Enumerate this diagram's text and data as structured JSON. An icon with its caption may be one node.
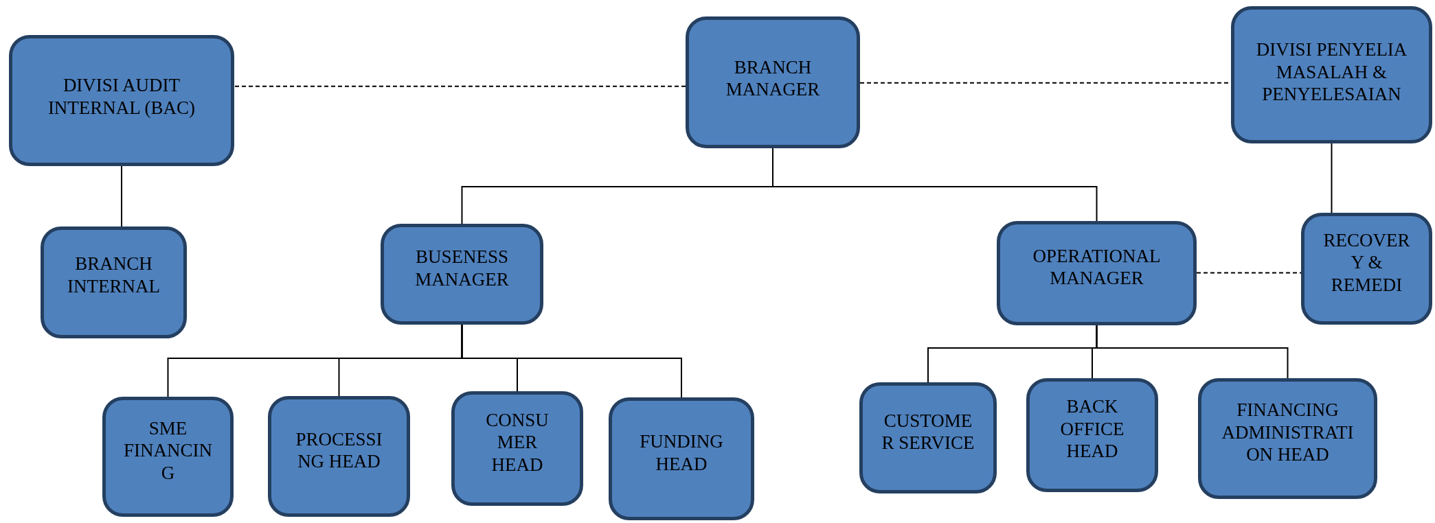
{
  "diagram": {
    "nodes": [
      {
        "text": [
          "DIVISI AUDIT INTERNAL (BAC)"
        ]
      },
      {
        "text": [
          "BRANCH MANAGER"
        ]
      },
      {
        "text": [
          "DIVISI PENYELIA MASALAH & PENYELESAIAN"
        ]
      },
      {
        "text": [
          "BRANCH INTERNAL"
        ]
      },
      {
        "text": [
          "BUSENESS MANAGER"
        ]
      },
      {
        "text": [
          "OPERATIONAL MANAGER"
        ]
      },
      {
        "text": [
          "RECOVERY & REMEDI"
        ]
      },
      {
        "text": [
          "SME FINANCING"
        ]
      },
      {
        "text": [
          "PROCESSING HEAD"
        ]
      },
      {
        "text": [
          "CONSUMER HEAD"
        ]
      },
      {
        "text": [
          "FUNDING HEAD"
        ]
      },
      {
        "text": [
          "CUSTOMER SERVICE"
        ]
      },
      {
        "text": [
          "BACK OFFICE HEAD"
        ]
      },
      {
        "text": [
          "FINANCING ADMINISTRATION HEAD"
        ]
      }
    ],
    "edges": [
      {
        "from": 1,
        "to": 0,
        "arrow": "none",
        "style": "dashed"
      },
      {
        "from": 1,
        "to": 2,
        "arrow": "none",
        "style": "dashed"
      },
      {
        "from": 0,
        "to": 3,
        "arrow": "none"
      },
      {
        "from": 1,
        "to": 4,
        "arrow": "none"
      },
      {
        "from": 1,
        "to": 5,
        "arrow": "none"
      },
      {
        "from": 5,
        "to": 6,
        "arrow": "none",
        "style": "dashed"
      },
      {
        "from": 2,
        "to": 6,
        "arrow": "none"
      },
      {
        "from": 4,
        "to": 7,
        "arrow": "none"
      },
      {
        "from": 4,
        "to": 8,
        "arrow": "none"
      },
      {
        "from": 4,
        "to": 9,
        "arrow": "none"
      },
      {
        "from": 4,
        "to": 10,
        "arrow": "none"
      },
      {
        "from": 5,
        "to": 11,
        "arrow": "none"
      },
      {
        "from": 5,
        "to": 12,
        "arrow": "none"
      },
      {
        "from": 5,
        "to": 13,
        "arrow": "none"
      }
    ]
  }
}
